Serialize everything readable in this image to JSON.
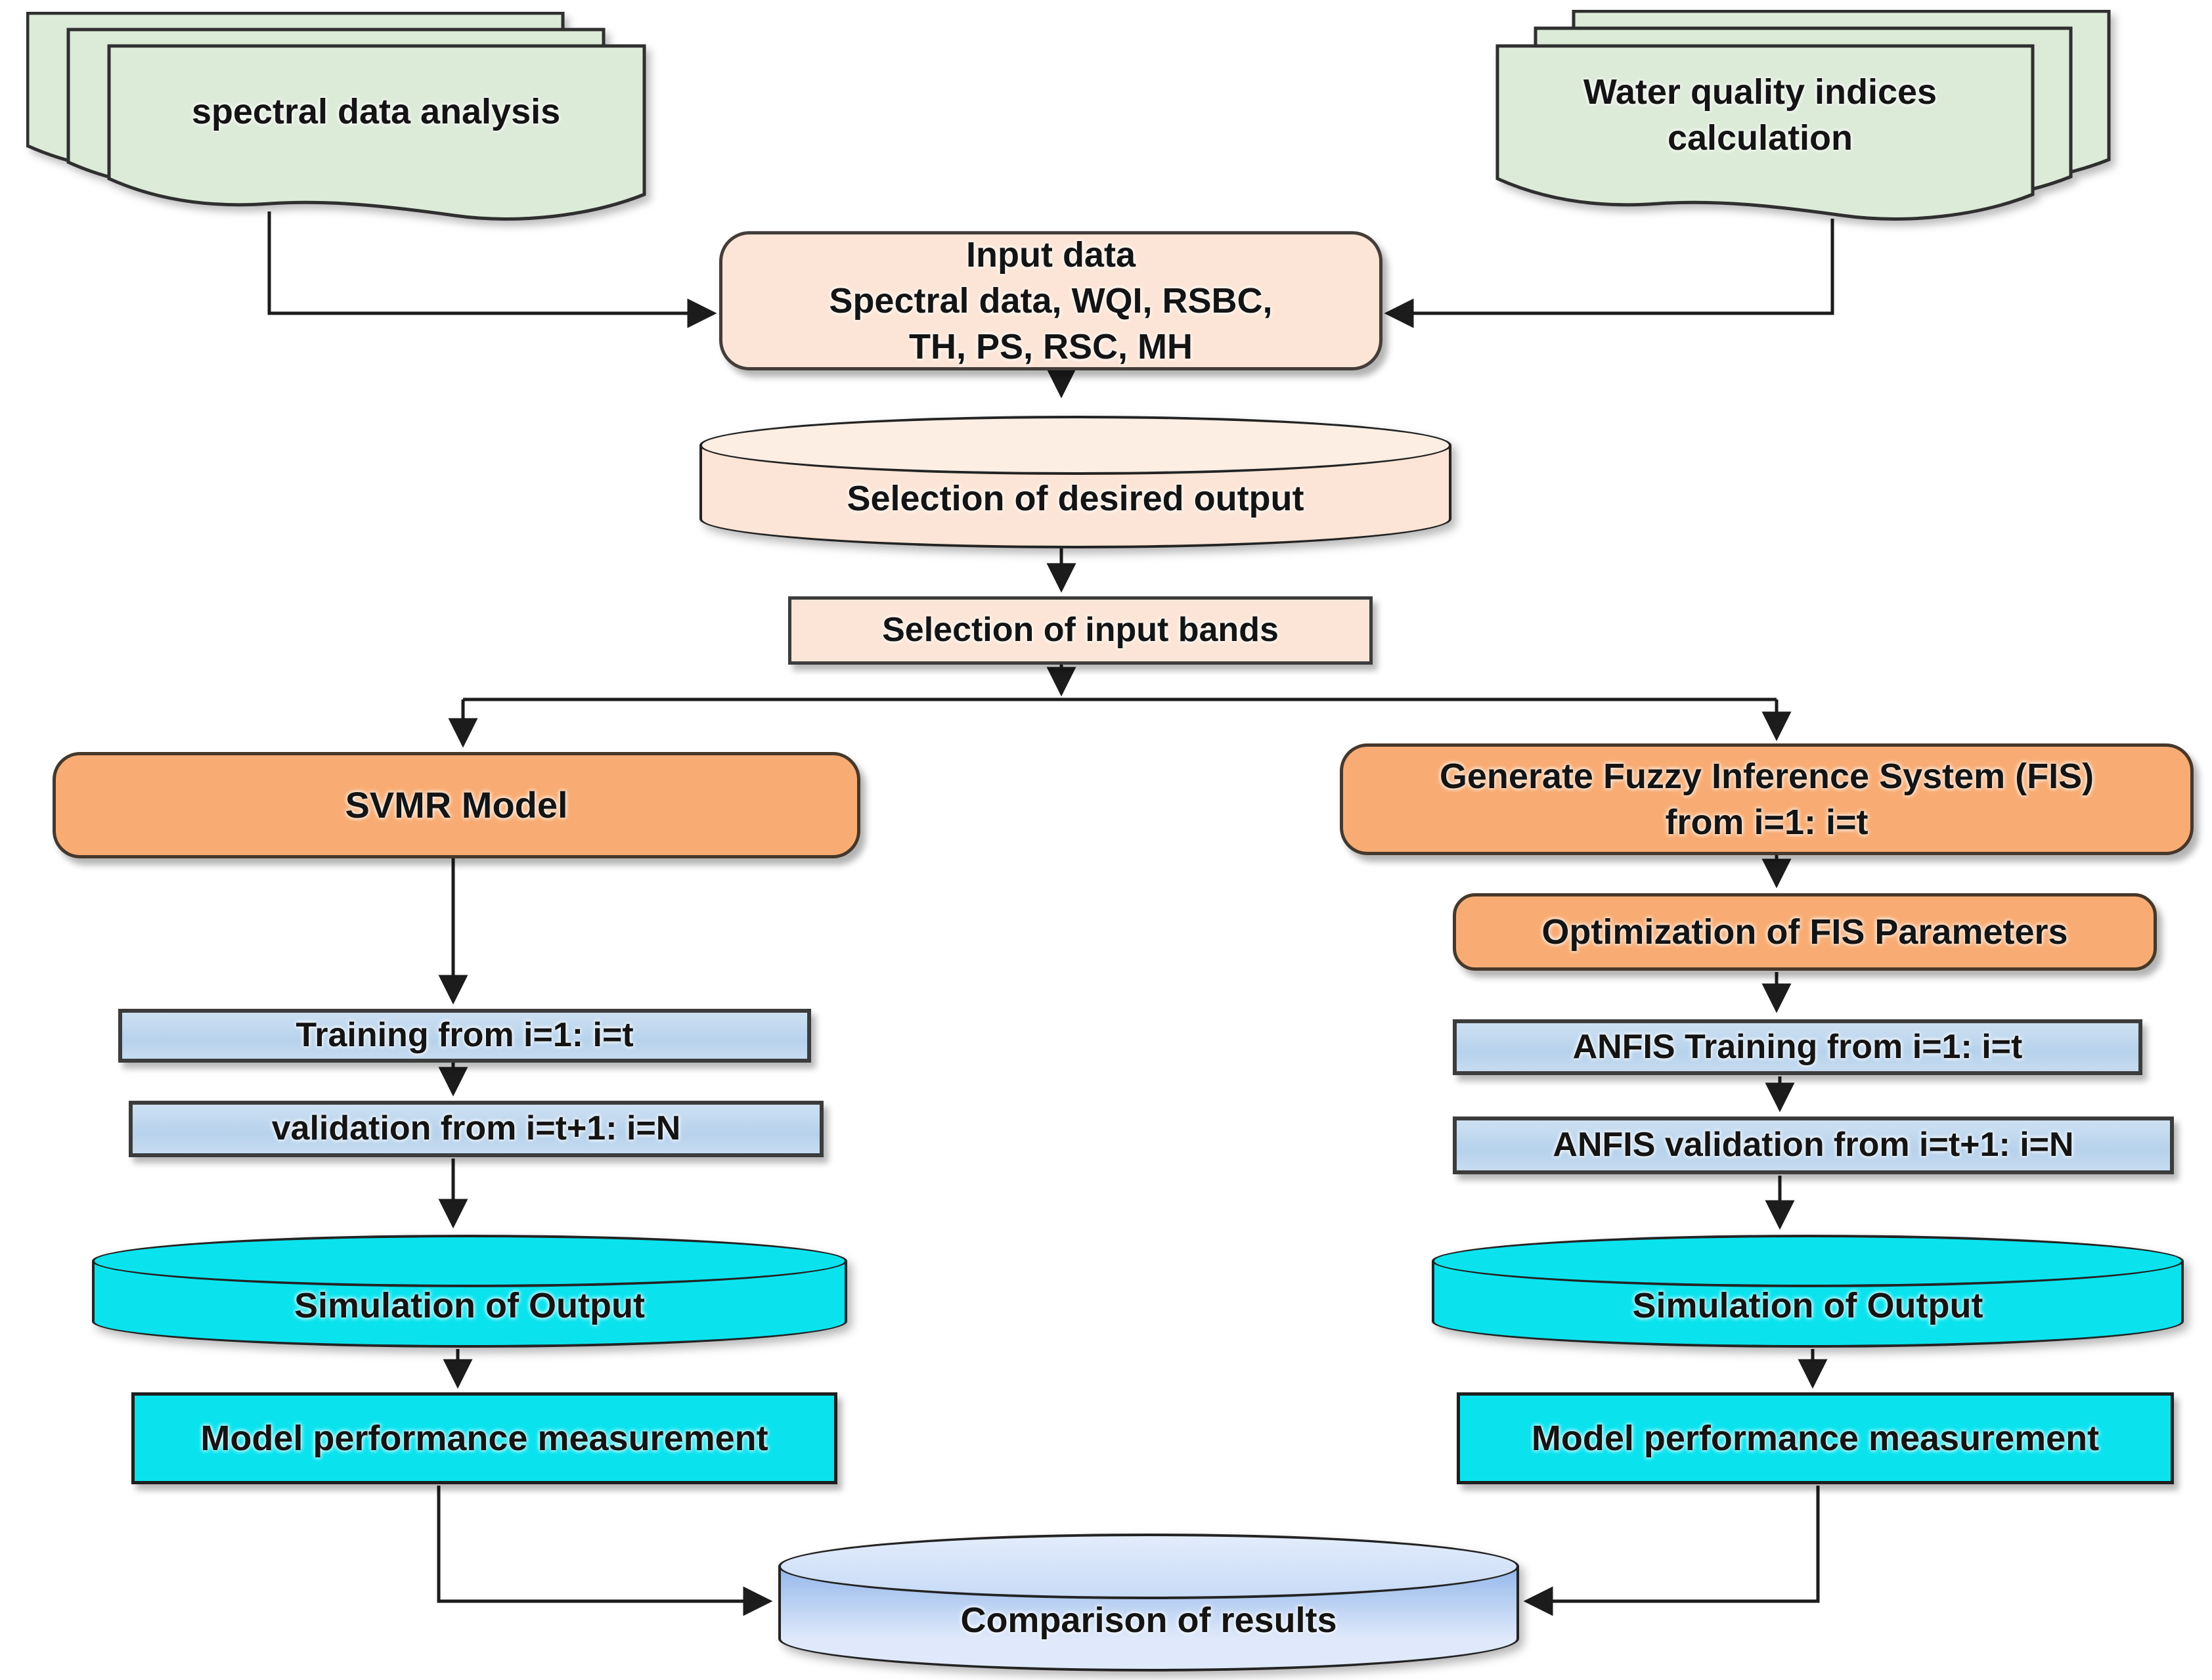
{
  "colors": {
    "doc_fill": "#dcead8",
    "peach": "#fce5d6",
    "orange": "#f8ac73",
    "lightblue": "#bdd7ee",
    "cyan": "#0ae3ee",
    "comp_top": "#c9dbf7",
    "comp_body_top": "#93b7ea",
    "comp_body_bottom": "#dfe9fb",
    "line": "#1c1c1c",
    "border": "#3c3c3c",
    "text": "#141414"
  },
  "nodes": {
    "spectral_docs": {
      "label": "spectral data analysis",
      "shape": "multidocument"
    },
    "wqi_docs": {
      "line1": "Water quality indices",
      "line2": "calculation",
      "shape": "multidocument"
    },
    "input_data": {
      "line1": "Input data",
      "line2": "Spectral data, WQI, RSBC,",
      "line3": "TH, PS, RSC,  MH",
      "shape": "rounded-rectangle"
    },
    "desired_output": {
      "label": "Selection of desired output",
      "shape": "cylinder"
    },
    "input_bands": {
      "label": "Selection of input bands",
      "shape": "rectangle"
    },
    "svmr": {
      "label": "SVMR Model",
      "shape": "rounded-rectangle"
    },
    "fis": {
      "line1": "Generate Fuzzy Inference System (FIS)",
      "line2": "from i=1: i=t",
      "shape": "rounded-rectangle"
    },
    "fis_opt": {
      "label": "Optimization of FIS Parameters",
      "shape": "rounded-rectangle"
    },
    "training": {
      "label": "Training from i=1: i=t",
      "shape": "rectangle"
    },
    "validation": {
      "label": "validation from i=t+1: i=N",
      "shape": "rectangle"
    },
    "anfis_training": {
      "label": "ANFIS Training from i=1: i=t",
      "shape": "rectangle"
    },
    "anfis_validation": {
      "label": "ANFIS validation from i=t+1: i=N",
      "shape": "rectangle"
    },
    "simulation_left": {
      "label": "Simulation of Output",
      "shape": "cylinder"
    },
    "simulation_right": {
      "label": "Simulation of Output",
      "shape": "cylinder"
    },
    "performance_left": {
      "label": "Model performance measurement",
      "shape": "rectangle"
    },
    "performance_right": {
      "label": "Model performance measurement",
      "shape": "rectangle"
    },
    "comparison": {
      "label": "Comparison of results",
      "shape": "cylinder"
    }
  }
}
